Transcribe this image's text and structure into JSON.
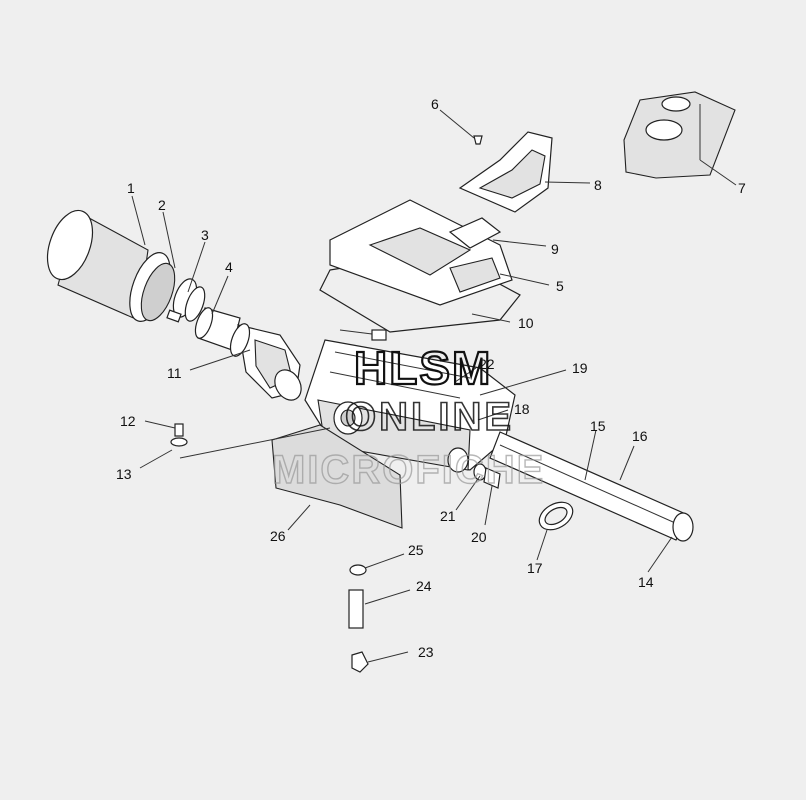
{
  "callouts": {
    "c1": "1",
    "c2": "2",
    "c3": "3",
    "c4": "4",
    "c5": "5",
    "c6": "6",
    "c7": "7",
    "c8": "8",
    "c9": "9",
    "c10": "10",
    "c11": "11",
    "c12": "12",
    "c13": "13",
    "c14": "14",
    "c15": "15",
    "c16": "16",
    "c17": "17",
    "c18": "18",
    "c19": "19",
    "c20": "20",
    "c21": "21",
    "c22": "22",
    "c23": "23",
    "c24": "24",
    "c25": "25",
    "c26": "26"
  },
  "watermark": {
    "line1": "HLSM",
    "line2": "ONLINE",
    "line3": "MICROFICHE"
  }
}
